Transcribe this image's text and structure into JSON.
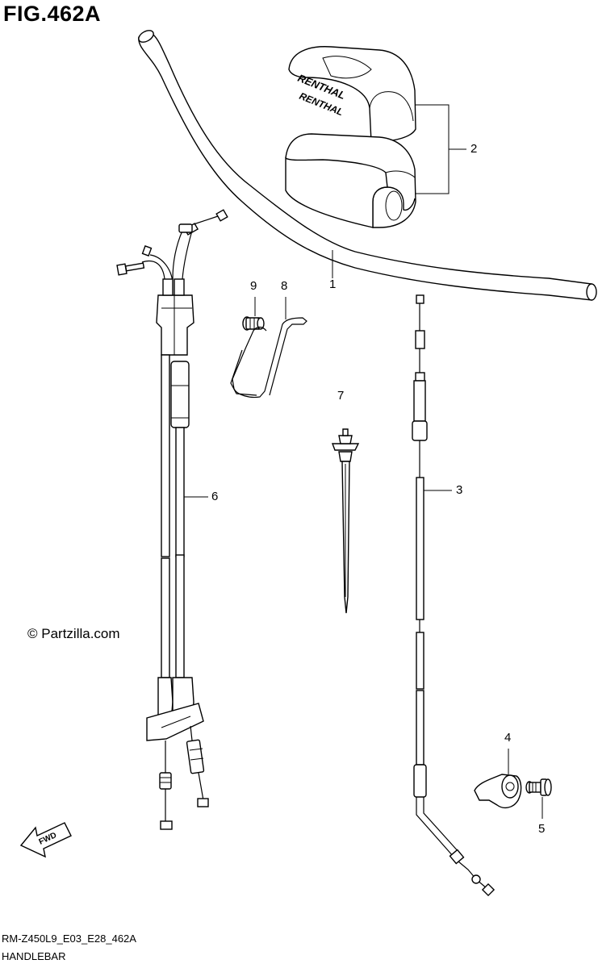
{
  "figure": {
    "title": "FIG.462A",
    "watermark": "© Partzilla.com",
    "code": "RM-Z450L9_E03_E28_462A",
    "name": "HANDLEBAR",
    "fwd_label": "FWD",
    "pad_brand": "RENTHAL"
  },
  "callouts": {
    "c1": "1",
    "c2": "2",
    "c3": "3",
    "c4": "4",
    "c5": "5",
    "c6": "6",
    "c7": "7",
    "c8": "8",
    "c9": "9"
  }
}
